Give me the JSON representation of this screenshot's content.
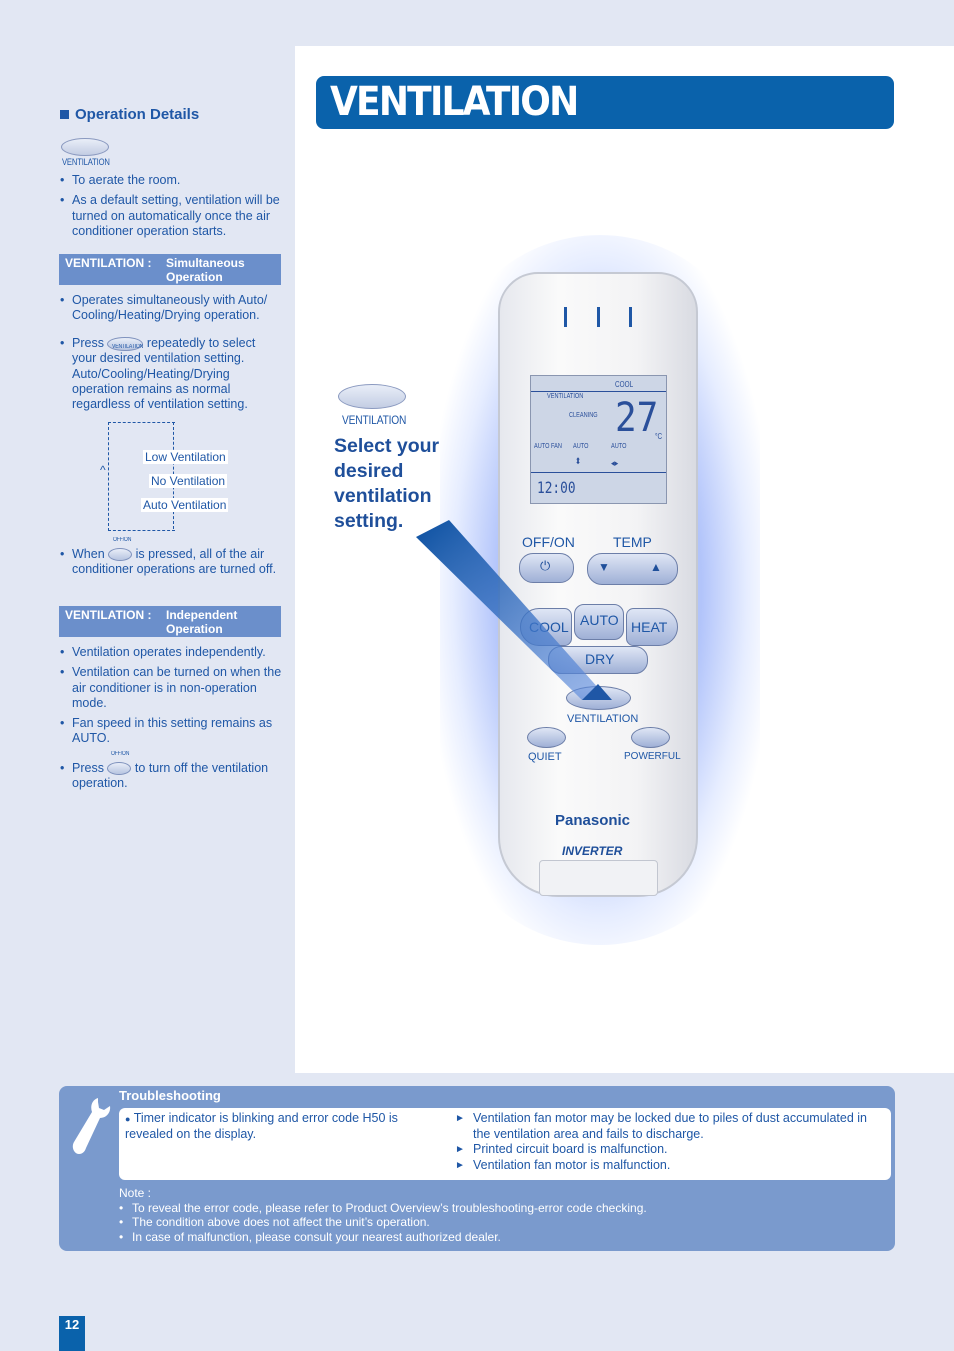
{
  "title": "VENTILATION",
  "operation_details": {
    "heading": "Operation Details",
    "button_label": "VENTILATION",
    "bullets": [
      "To aerate the room.",
      "As a default setting, ventilation will be turned on automatically once the air conditioner operation starts."
    ]
  },
  "simultaneous": {
    "key": "VENTILATION :",
    "value_line1": "Simultaneous",
    "value_line2": "Operation",
    "bullet1": "Operates simultaneously with Auto/ Cooling/Heating/Drying operation.",
    "press_word": "Press",
    "press_rest": "repeatedly to select your desired ventilation setting. Auto/Cooling/Heating/Drying operation remains as normal regardless of ventilation setting.",
    "press_button_label": "VENTILATION",
    "cycle": [
      "Low Ventilation",
      "No Ventilation",
      "Auto Ventilation"
    ],
    "when_word": "When",
    "when_rest": "is pressed, all of the air conditioner operations are turned off.",
    "offon_label": "OFF/ON"
  },
  "independent": {
    "key": "VENTILATION :",
    "value_line1": "Independent",
    "value_line2": "Operation",
    "bullets": [
      "Ventilation operates independently.",
      "Ventilation can be turned on when the air conditioner is in non-operation mode.",
      "Fan speed in this setting remains as AUTO."
    ],
    "press_word": "Press",
    "press_rest": "to turn off the ventilation operation.",
    "offon_label": "OFF/ON"
  },
  "callout": {
    "button_label": "VENTILATION",
    "text": "Select your desired ventilation setting."
  },
  "remote": {
    "lcd": {
      "cool": "COOL",
      "ventilation": "VENTILATION",
      "cleaning": "CLEANING",
      "temp": "27",
      "unit": "°C",
      "auto_fan": "AUTO FAN",
      "auto1": "AUTO",
      "auto2": "AUTO",
      "time": "12:00"
    },
    "off_on": "OFF/ON",
    "temp": "TEMP",
    "cool": "COOL",
    "auto": "AUTO",
    "heat": "HEAT",
    "dry": "DRY",
    "ventilation": "VENTILATION",
    "quiet": "QUIET",
    "powerful": "POWERFUL",
    "brand": "Panasonic",
    "inverter": "INVERTER"
  },
  "troubleshooting": {
    "title": "Troubleshooting",
    "symptom": "Timer indicator is blinking and error code H50 is revealed on the display.",
    "causes": [
      "Ventilation fan motor may be locked due to piles of dust accumulated in the ventilation area and fails to discharge.",
      "Printed circuit board is malfunction.",
      "Ventilation fan motor is malfunction."
    ],
    "note_label": "Note :",
    "notes": [
      "To reveal the error code, please refer to Product Overview’s troubleshooting-error code checking.",
      "The condition above does not affect the unit’s operation.",
      "In case of malfunction, please consult your nearest authorized dealer."
    ]
  },
  "page_number": "12"
}
